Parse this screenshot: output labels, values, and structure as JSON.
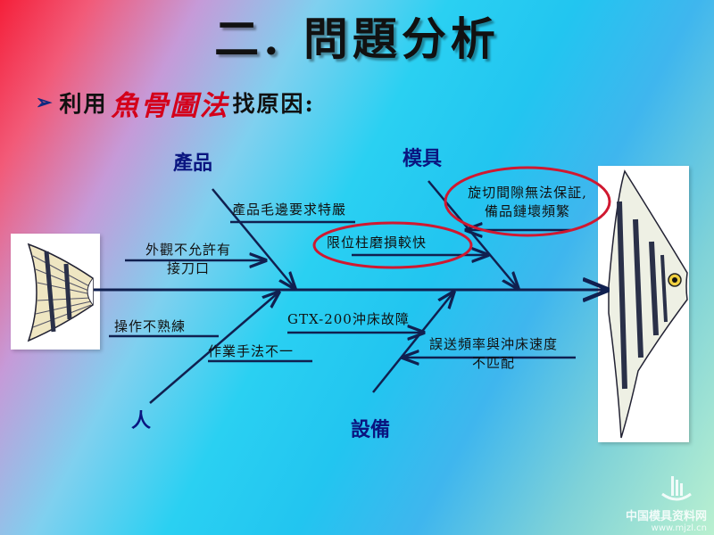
{
  "title": "二. 問題分析",
  "subtitle": {
    "bullet": "➢",
    "prefix": "利用",
    "highlight": "魚骨圖法",
    "suffix": "找原因:"
  },
  "categories": {
    "product": "產品",
    "mold": "模具",
    "people": "人",
    "equipment": "設備"
  },
  "causes": {
    "burr_requirement": "產品毛邊要求特嚴",
    "appearance_1": "外觀不允許有",
    "appearance_2": "接刀口",
    "rotary_cut_1": "旋切間隙無法保証,",
    "rotary_cut_2": "備品鏈壞頻繁",
    "limit_pin": "限位柱磨損較快",
    "unskilled": "操作不熟練",
    "method_inconsistent": "作業手法不一",
    "gtx_fault": "GTX-200沖床故障",
    "feed_mismatch_1": "誤送頻率與沖床速度",
    "feed_mismatch_2": "不匹配"
  },
  "colors": {
    "line": "#102050",
    "category": "#0a1580",
    "highlight": "#d4001a",
    "ellipse": "#d01830"
  },
  "icons": {
    "tail": "fish-tail-icon",
    "head": "fish-head-icon"
  },
  "watermark": {
    "line1": "中国模具资料网",
    "line2": "www.mjzl.cn"
  }
}
